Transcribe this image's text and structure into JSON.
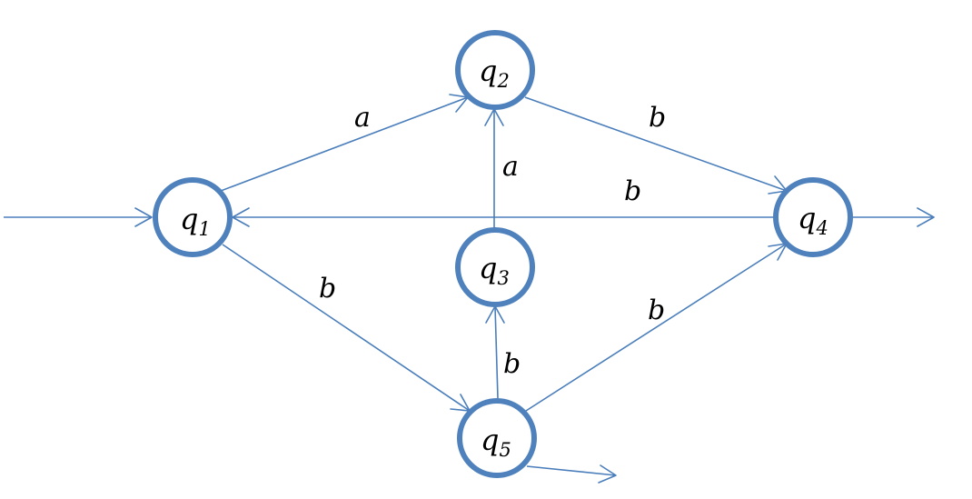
{
  "diagram": {
    "type": "finite-automaton",
    "colors": {
      "state_stroke": "#4f81bd",
      "edge": "#4a7ebb",
      "text": "#000000"
    },
    "states": [
      {
        "id": "q1",
        "name": "q",
        "subscript": "1",
        "initial": true,
        "final": false
      },
      {
        "id": "q2",
        "name": "q",
        "subscript": "2",
        "initial": false,
        "final": false
      },
      {
        "id": "q3",
        "name": "q",
        "subscript": "3",
        "initial": false,
        "final": false
      },
      {
        "id": "q4",
        "name": "q",
        "subscript": "4",
        "initial": false,
        "final": true
      },
      {
        "id": "q5",
        "name": "q",
        "subscript": "5",
        "initial": false,
        "final": true
      }
    ],
    "transitions": [
      {
        "from": "q1",
        "to": "q2",
        "label": "a"
      },
      {
        "from": "q2",
        "to": "q4",
        "label": "b"
      },
      {
        "from": "q3",
        "to": "q2",
        "label": "a"
      },
      {
        "from": "q4",
        "to": "q1",
        "label": "b"
      },
      {
        "from": "q1",
        "to": "q5",
        "label": "b"
      },
      {
        "from": "q5",
        "to": "q3",
        "label": "b"
      },
      {
        "from": "q5",
        "to": "q4",
        "label": "b"
      }
    ]
  }
}
